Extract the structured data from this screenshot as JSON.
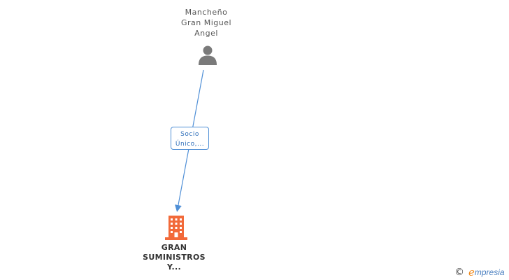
{
  "person": {
    "name_lines": [
      "Mancheño",
      "Gran Miguel",
      "Angel"
    ],
    "icon": "person-icon"
  },
  "relation": {
    "label_lines": [
      "Socio",
      "Único,..."
    ],
    "color": "#4f8fd6"
  },
  "company": {
    "name_lines": [
      "GRAN",
      "SUMINISTROS",
      "Y..."
    ],
    "icon": "building-icon",
    "color": "#f26a3a"
  },
  "brand": {
    "copyright": "©",
    "initial": "e",
    "rest": "mpresia",
    "initial_color": "#f08a1c",
    "rest_color": "#4a7fc0"
  }
}
